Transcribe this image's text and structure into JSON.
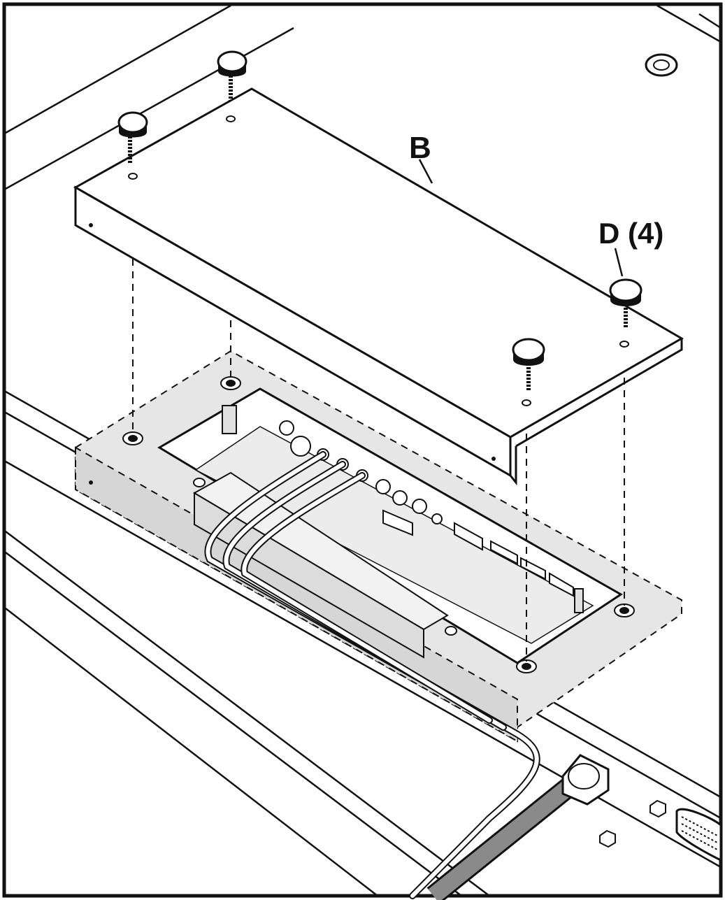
{
  "diagram": {
    "labels": {
      "cover": "B",
      "screws": "D (4)"
    },
    "colors": {
      "line": "#111111",
      "panel_fill": "#e6e6e6",
      "panel_dark": "#cfcfcf",
      "screw_head": "#ffffff",
      "screw_body": "#111111",
      "cable": "#bbbbbb",
      "background": "#ffffff"
    },
    "parts": {
      "screw_count": 4
    }
  }
}
